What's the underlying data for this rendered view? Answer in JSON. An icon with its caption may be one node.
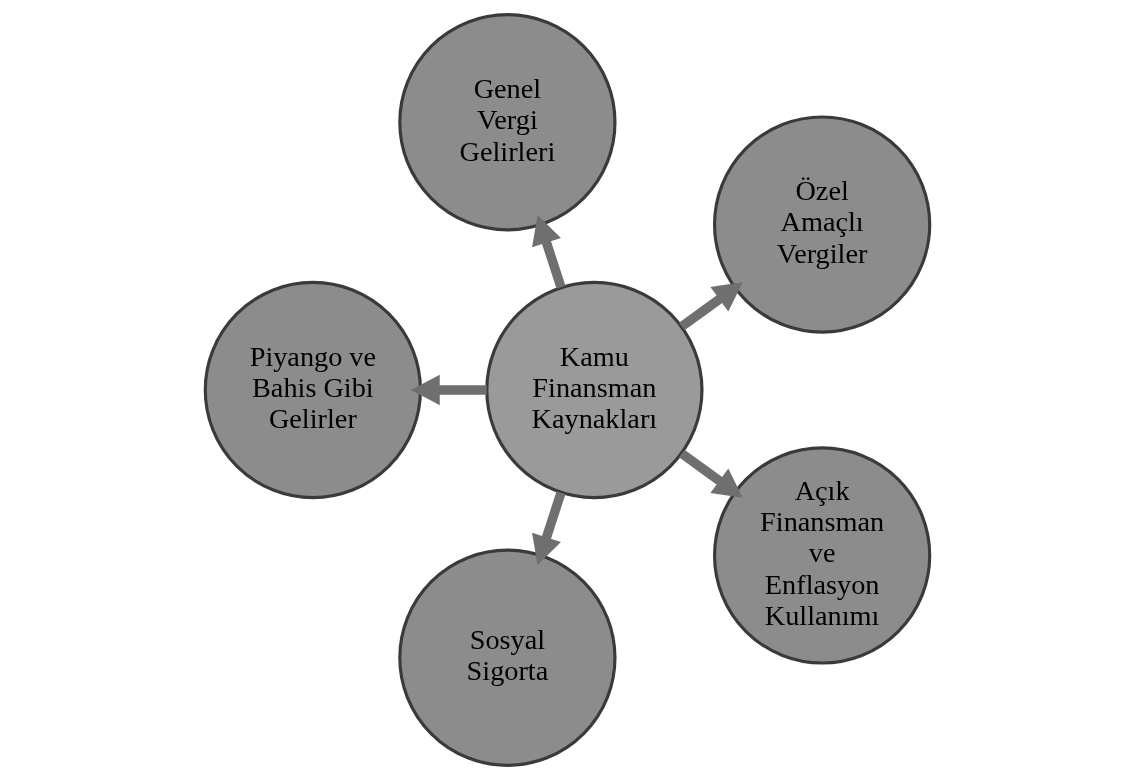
{
  "diagram": {
    "nodes": [
      {
        "text": [
          "Kamu Finansman Kaynakları"
        ]
      },
      {
        "text": [
          "Özel Amaçlı Vergiler"
        ]
      },
      {
        "text": [
          "Genel Vergi Gelirleri"
        ]
      },
      {
        "text": [
          "Piyango ve Bahis Gibi Gelirler"
        ]
      },
      {
        "text": [
          "Sosyal Sigorta"
        ]
      },
      {
        "text": [
          "Açık Finansman ve Enflasyon Kullanımı"
        ]
      }
    ],
    "edges": [
      {
        "from": 0,
        "to": 1,
        "arrow": "to"
      },
      {
        "from": 0,
        "to": 2,
        "arrow": "to"
      },
      {
        "from": 0,
        "to": 3,
        "arrow": "to"
      },
      {
        "from": 0,
        "to": 4,
        "arrow": "to"
      },
      {
        "from": 0,
        "to": 5,
        "arrow": "to"
      }
    ]
  }
}
